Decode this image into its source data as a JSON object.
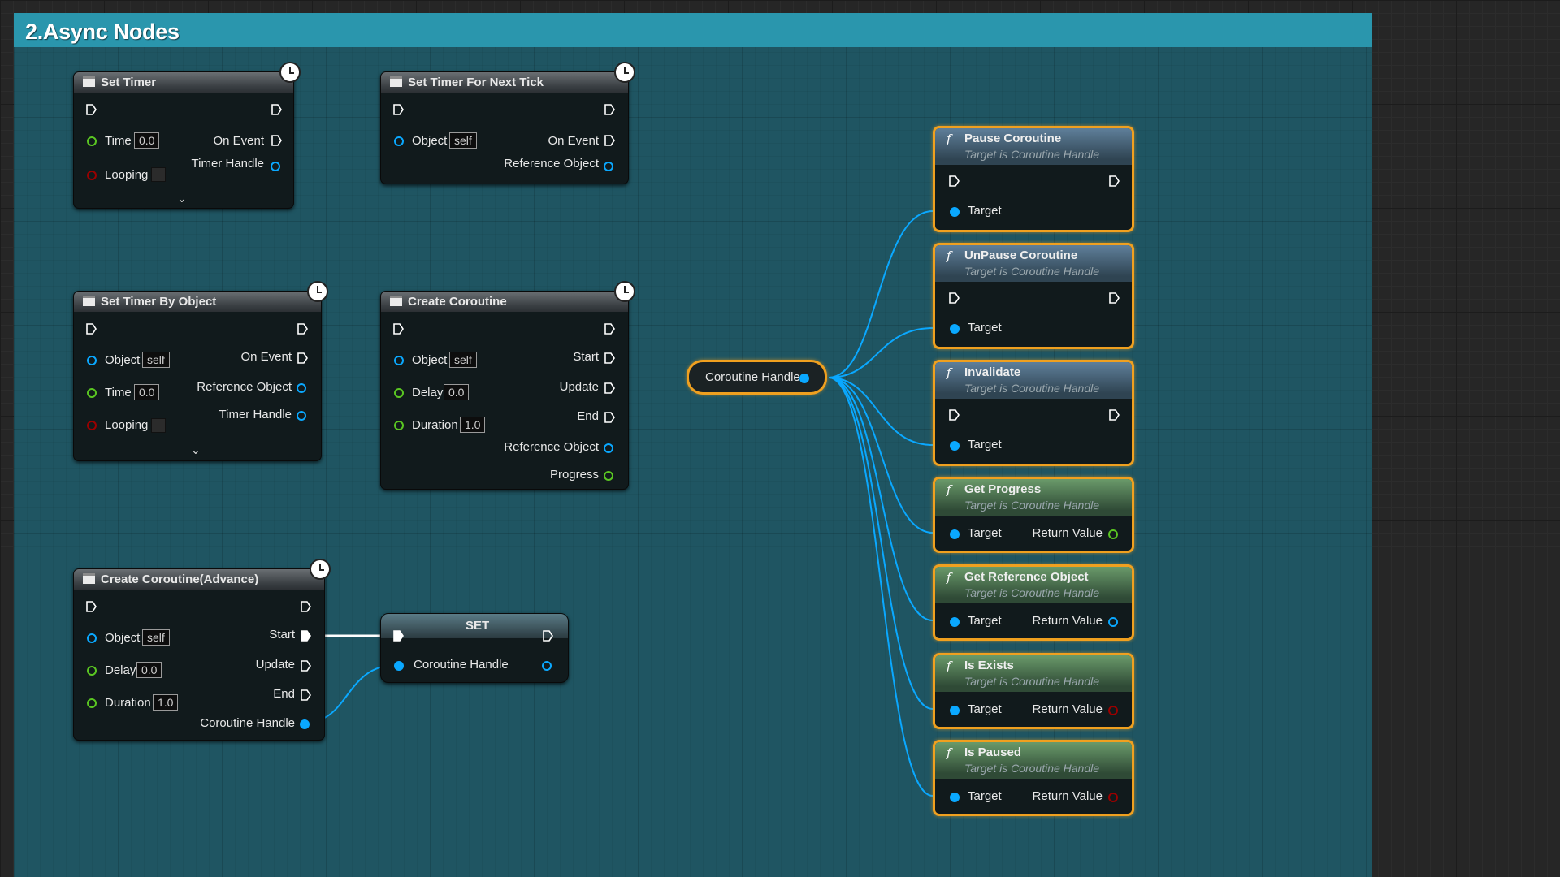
{
  "comment": {
    "title": "2.Async Nodes"
  },
  "colors": {
    "comment_bg": "#1f5562",
    "comment_header": "#2a96ad",
    "wire": "#0aa8ff",
    "selected_outline": "#f0a01f",
    "float_pin": "#5ac622",
    "bool_pin": "#9a0000",
    "object_pin": "#0aa8ff"
  },
  "nodes": {
    "set_timer": {
      "title": "Set Timer",
      "time_label": "Time",
      "time_value": "0.0",
      "on_event": "On Event",
      "looping": "Looping",
      "timer_handle": "Timer Handle"
    },
    "set_timer_next_tick": {
      "title": "Set Timer For Next Tick",
      "object_label": "Object",
      "object_value": "self",
      "on_event": "On Event",
      "reference_object": "Reference Object"
    },
    "set_timer_by_object": {
      "title": "Set Timer By Object",
      "object_label": "Object",
      "object_value": "self",
      "on_event": "On Event",
      "time_label": "Time",
      "time_value": "0.0",
      "reference_object": "Reference Object",
      "looping": "Looping",
      "timer_handle": "Timer Handle"
    },
    "create_coroutine": {
      "title": "Create Coroutine",
      "object_label": "Object",
      "object_value": "self",
      "start": "Start",
      "delay_label": "Delay",
      "delay_value": "0.0",
      "update": "Update",
      "duration_label": "Duration",
      "duration_value": "1.0",
      "end": "End",
      "reference_object": "Reference Object",
      "progress": "Progress"
    },
    "create_coroutine_advance": {
      "title": "Create Coroutine(Advance)",
      "object_label": "Object",
      "object_value": "self",
      "start": "Start",
      "delay_label": "Delay",
      "delay_value": "0.0",
      "update": "Update",
      "duration_label": "Duration",
      "duration_value": "1.0",
      "end": "End",
      "coroutine_handle": "Coroutine Handle"
    },
    "set": {
      "title": "SET",
      "coroutine_handle": "Coroutine Handle"
    },
    "var_coroutine_handle": {
      "label": "Coroutine Handle"
    }
  },
  "functions": [
    {
      "title": "Pause Coroutine",
      "subtitle": "Target is Coroutine Handle",
      "target": "Target"
    },
    {
      "title": "UnPause Coroutine",
      "subtitle": "Target is Coroutine Handle",
      "target": "Target"
    },
    {
      "title": "Invalidate",
      "subtitle": "Target is Coroutine Handle",
      "target": "Target"
    },
    {
      "title": "Get Progress",
      "subtitle": "Target is Coroutine Handle",
      "target": "Target",
      "return_value": "Return Value"
    },
    {
      "title": "Get Reference Object",
      "subtitle": "Target is Coroutine Handle",
      "target": "Target",
      "return_value": "Return Value"
    },
    {
      "title": "Is Exists",
      "subtitle": "Target is Coroutine Handle",
      "target": "Target",
      "return_value": "Return Value"
    },
    {
      "title": "Is Paused",
      "subtitle": "Target is Coroutine Handle",
      "target": "Target",
      "return_value": "Return Value"
    }
  ],
  "icons": {
    "function": "function-icon",
    "latent": "clock-icon",
    "exec": "exec-pin-icon",
    "node": "node-icon"
  }
}
